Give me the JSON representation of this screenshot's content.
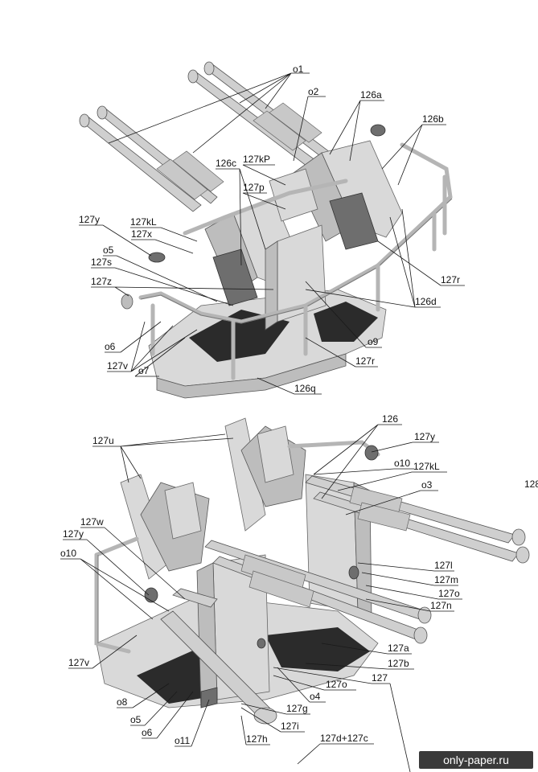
{
  "watermark": "only-paper.ru",
  "top_view": {
    "labels": [
      "o1",
      "o2",
      "126a",
      "126b",
      "127kP",
      "126c",
      "127p",
      "127y",
      "127kL",
      "127x",
      "o5",
      "127s",
      "127z",
      "127r",
      "126d",
      "o6",
      "127v",
      "o7",
      "o9",
      "127r",
      "126q"
    ]
  },
  "bottom_view": {
    "labels": [
      "126",
      "127y",
      "127u",
      "o10",
      "127kL",
      "o3",
      "128",
      "127w",
      "127y",
      "o10",
      "127l",
      "127m",
      "127o",
      "127n",
      "127a",
      "127b",
      "127v",
      "127",
      "o8",
      "127o",
      "o4",
      "o5",
      "127g",
      "o6",
      "127i",
      "o11",
      "127h",
      "127d+127c"
    ]
  }
}
